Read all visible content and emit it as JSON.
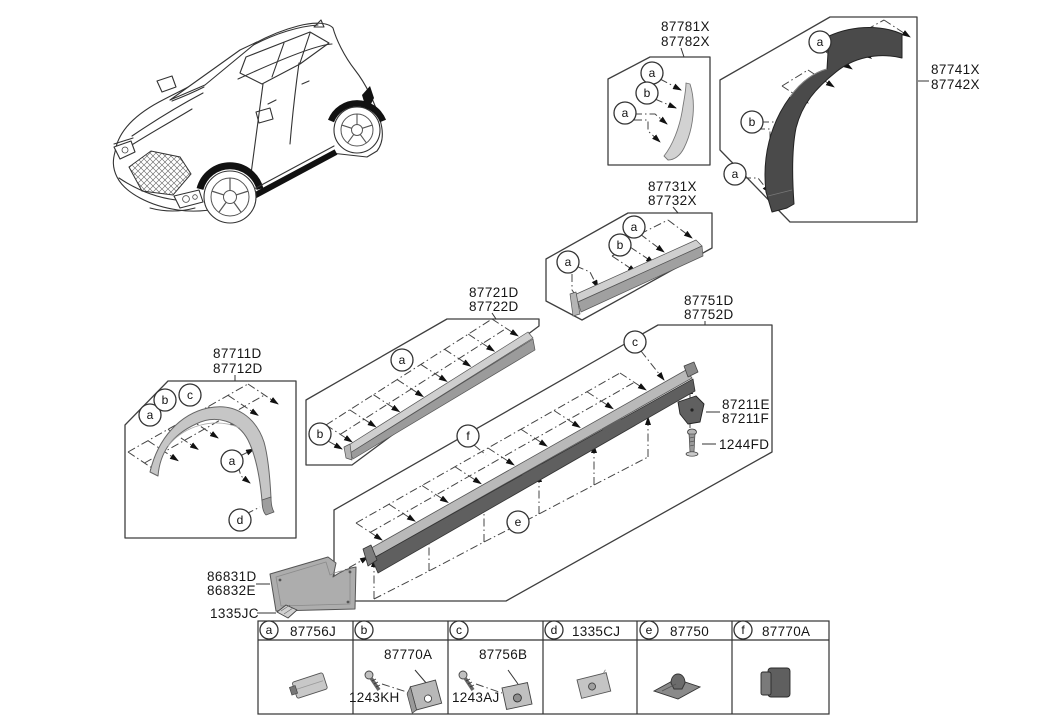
{
  "colors": {
    "part_light": "#c9c9c9",
    "part_mid": "#a3a3a3",
    "part_dark": "#4a4a4a",
    "line": "#333333",
    "molding_black": "#111111"
  },
  "part_labels": [
    {
      "lines": [
        "87781X",
        "87782X"
      ]
    },
    {
      "lines": [
        "87741X",
        "87742X"
      ]
    },
    {
      "lines": [
        "87731X",
        "87732X"
      ]
    },
    {
      "lines": [
        "87721D",
        "87722D"
      ]
    },
    {
      "lines": [
        "87751D",
        "87752D"
      ]
    },
    {
      "lines": [
        "87711D",
        "87712D"
      ]
    },
    {
      "lines": [
        "87211E",
        "87211F"
      ]
    },
    {
      "lines": [
        "1244FD"
      ]
    },
    {
      "lines": [
        "86831D",
        "86832E"
      ]
    },
    {
      "lines": [
        "1335JC"
      ]
    }
  ],
  "callouts": [
    {
      "letter": "a"
    },
    {
      "letter": "b"
    },
    {
      "letter": "a"
    },
    {
      "letter": "a"
    },
    {
      "letter": "b"
    },
    {
      "letter": "a"
    },
    {
      "letter": "a"
    },
    {
      "letter": "b"
    },
    {
      "letter": "a"
    },
    {
      "letter": "a"
    },
    {
      "letter": "b"
    },
    {
      "letter": "c"
    },
    {
      "letter": "f"
    },
    {
      "letter": "e"
    },
    {
      "letter": "a"
    },
    {
      "letter": "b"
    },
    {
      "letter": "c"
    },
    {
      "letter": "a"
    },
    {
      "letter": "d"
    }
  ],
  "legend": {
    "cells": [
      {
        "letter": "a",
        "code": "87756J"
      },
      {
        "letter": "b",
        "code": "",
        "sub_top": "87770A",
        "sub_bottom": "1243KH"
      },
      {
        "letter": "c",
        "code": "",
        "sub_top": "87756B",
        "sub_bottom": "1243AJ"
      },
      {
        "letter": "d",
        "code": "1335CJ"
      },
      {
        "letter": "e",
        "code": "87750"
      },
      {
        "letter": "f",
        "code": "87770A"
      }
    ]
  }
}
